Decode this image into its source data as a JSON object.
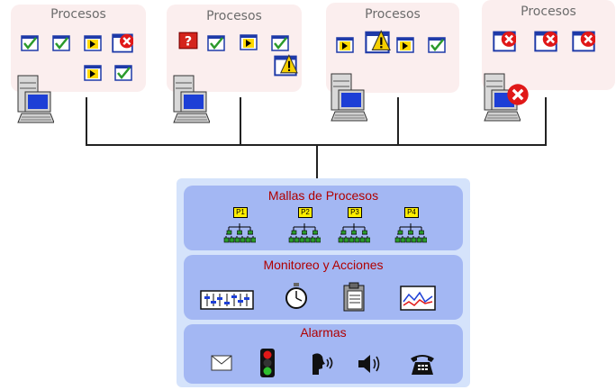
{
  "groups": [
    {
      "label": "Procesos",
      "server_status": "ok"
    },
    {
      "label": "Procesos",
      "server_status": "ok"
    },
    {
      "label": "Procesos",
      "server_status": "ok"
    },
    {
      "label": "Procesos",
      "server_status": "error"
    }
  ],
  "panel": {
    "mallas": {
      "title": "Mallas de Procesos",
      "items": [
        "P1",
        "P2",
        "P3",
        "P4"
      ]
    },
    "monitoreo": {
      "title": "Monitoreo y Acciones",
      "icons": [
        "mixer-console-icon",
        "stopwatch-icon",
        "clipboard-icon",
        "chart-monitor-icon"
      ]
    },
    "alarmas": {
      "title": "Alarmas",
      "icons": [
        "envelope-icon",
        "traffic-light-icon",
        "speaking-head-icon",
        "speaker-icon",
        "telephone-icon"
      ]
    }
  },
  "colors": {
    "process_box": "#fbeeee",
    "panel": "#d5e3fb",
    "section": "#a3b7f3",
    "section_title": "#b00000",
    "ok": "#2b9a2b",
    "error": "#e01818",
    "warn": "#f5d000"
  }
}
